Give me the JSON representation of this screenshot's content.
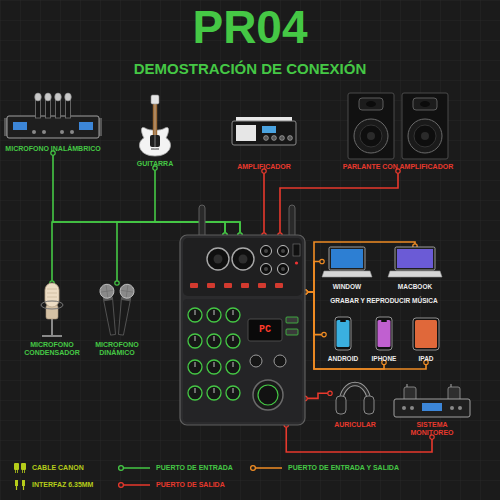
{
  "diagram": {
    "title": "PR04",
    "nodes": [
      {
        "text": [
          "MICROFONO INALÁMBRICO"
        ]
      },
      {
        "text": [
          "GUITARRA"
        ]
      },
      {
        "text": [
          "AMPLIFICADOR"
        ]
      },
      {
        "text": [
          "PARLANTE CON AMPLIFICADOR"
        ]
      },
      {
        "text": [
          "PC"
        ]
      },
      {
        "text": [
          "WINDOW"
        ]
      },
      {
        "text": [
          "MACBOOK"
        ]
      },
      {
        "text": [
          "ANDROID"
        ]
      },
      {
        "text": [
          "IPHONE"
        ]
      },
      {
        "text": [
          "IPAD"
        ]
      },
      {
        "text": [
          "MICROFONO CONDENSADOR"
        ]
      },
      {
        "text": [
          "MICROFONO DINÁMICO"
        ]
      },
      {
        "text": [
          "AURICULAR"
        ]
      },
      {
        "text": [
          "SISTEMA MONITOREO"
        ]
      }
    ],
    "edges": [
      {
        "from": 0,
        "to": 4,
        "arrow": "none"
      },
      {
        "from": 1,
        "to": 4,
        "arrow": "none"
      },
      {
        "from": 10,
        "to": 4,
        "arrow": "none"
      },
      {
        "from": 11,
        "to": 4,
        "arrow": "none"
      },
      {
        "from": 4,
        "to": 2,
        "arrow": "none"
      },
      {
        "from": 4,
        "to": 3,
        "arrow": "none"
      },
      {
        "from": 4,
        "to": 5,
        "arrow": "none"
      },
      {
        "from": 4,
        "to": 6,
        "arrow": "none"
      },
      {
        "from": 4,
        "to": 7,
        "arrow": "none"
      },
      {
        "from": 4,
        "to": 8,
        "arrow": "none"
      },
      {
        "from": 4,
        "to": 9,
        "arrow": "none"
      },
      {
        "from": 4,
        "to": 12,
        "arrow": "none"
      },
      {
        "from": 4,
        "to": 13,
        "arrow": "none"
      }
    ],
    "labels": [
      "DEMOSTRACIÓN DE CONEXIÓN",
      "GRABAR Y REPRODUCIR MÚSICA"
    ],
    "legend": [
      {
        "text": "CABLE CANON"
      },
      {
        "text": "PUERTO DE ENTRADA"
      },
      {
        "text": "PUERTO DE ENTRADA Y SALIDA"
      },
      {
        "text": "INTERFAZ 6.35MM"
      },
      {
        "text": "PUERTO DE SALIDA"
      }
    ]
  }
}
